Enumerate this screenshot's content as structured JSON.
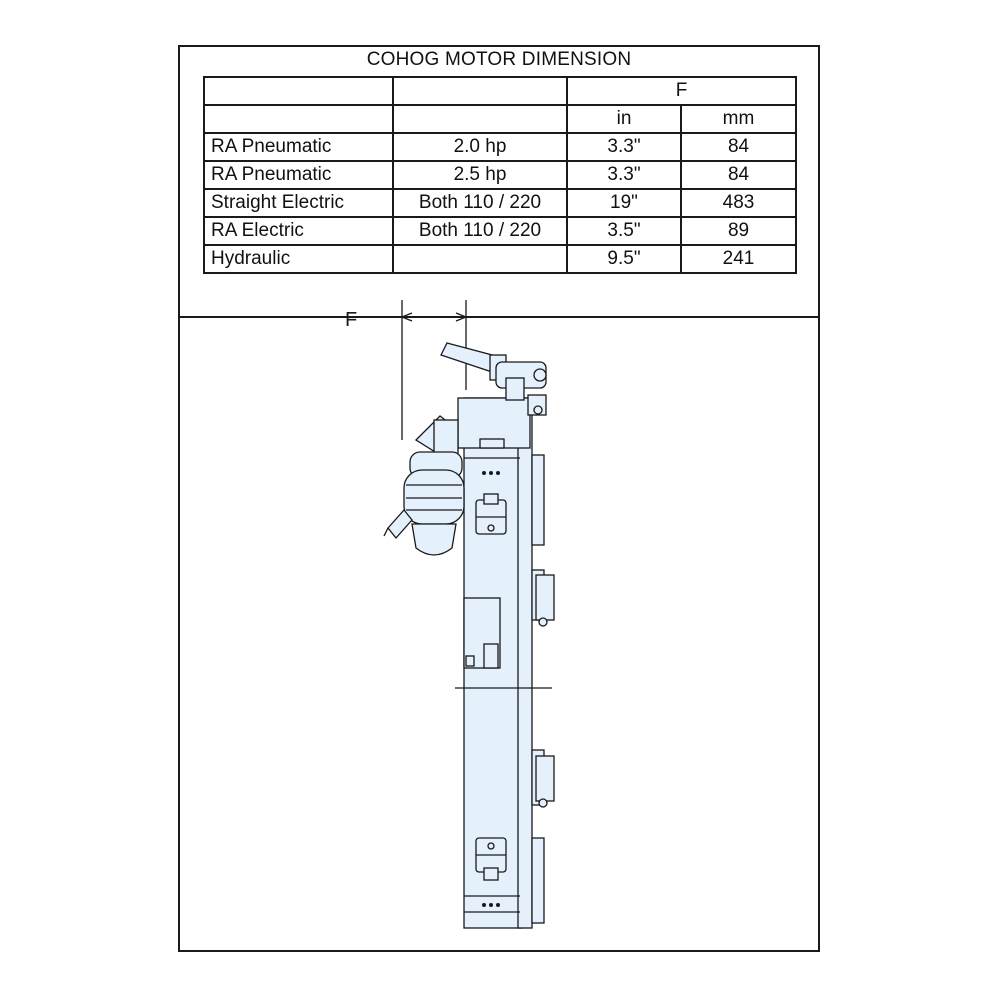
{
  "title": "COHOG MOTOR DIMENSION",
  "table": {
    "group_header": "F",
    "unit_headers": [
      "in",
      "mm"
    ],
    "rows": [
      {
        "type": "RA Pneumatic",
        "power": "2.0 hp",
        "in": "3.3\"",
        "mm": "84"
      },
      {
        "type": "RA Pneumatic",
        "power": "2.5 hp",
        "in": "3.3\"",
        "mm": "84"
      },
      {
        "type": "Straight Electric",
        "power": "Both 110 / 220",
        "in": "19\"",
        "mm": "483"
      },
      {
        "type": "RA Electric",
        "power": "Both 110 / 220",
        "in": "3.5\"",
        "mm": "89"
      },
      {
        "type": "Hydraulic",
        "power": "",
        "in": "9.5\"",
        "mm": "241"
      }
    ]
  },
  "drawing": {
    "dimension_label": "F",
    "colors": {
      "part_fill": "#e4f0fc",
      "line": "#1a1a1a"
    }
  }
}
